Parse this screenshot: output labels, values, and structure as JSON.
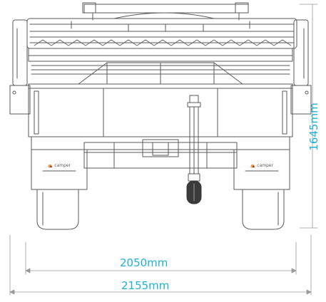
{
  "dimensions": {
    "width_inner": "2050mm",
    "width_outer": "2155mm",
    "height": "1645mm"
  },
  "colors": {
    "line": "#5a5a5a",
    "dimension_text": "#1fb0d6",
    "dimension_line": "#9a9a9a"
  },
  "mudflap_logo": "camper logo"
}
